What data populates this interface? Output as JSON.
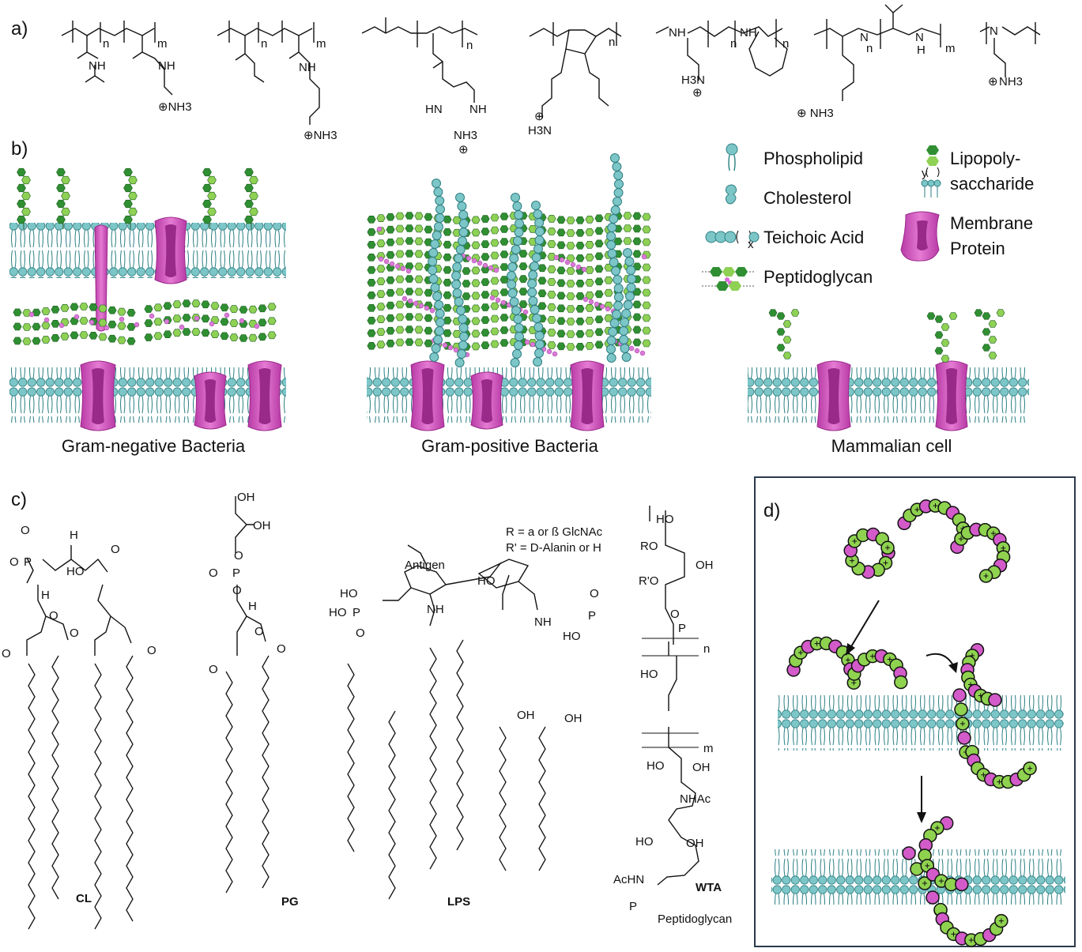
{
  "panels": {
    "a": "a)",
    "b": "b)",
    "c": "c)",
    "d": "d)"
  },
  "panel_a": {
    "polymers": [
      {
        "groups": [
          "NH",
          "NH",
          "⊕NH3"
        ],
        "subscripts": [
          "n",
          "m"
        ]
      },
      {
        "groups": [
          "NH",
          "⊕NH3"
        ],
        "subscripts": [
          "n",
          "m"
        ]
      },
      {
        "groups": [
          "HN",
          "NH",
          "NH3",
          "⊕"
        ],
        "subscripts": [
          "n"
        ]
      },
      {
        "groups": [
          "H3N",
          "⊕"
        ],
        "subscripts": [
          "n"
        ]
      },
      {
        "groups": [
          "NH",
          "NH",
          "H3N",
          "⊕"
        ],
        "subscripts": [
          "n",
          "n"
        ]
      },
      {
        "groups": [
          "N",
          "N",
          "H",
          "⊕ NH3"
        ],
        "subscripts": [
          "n",
          "m"
        ]
      },
      {
        "groups": [
          "N",
          "NH3",
          "⊕"
        ],
        "subscripts": []
      }
    ]
  },
  "panel_b": {
    "membranes": [
      {
        "caption": "Gram-negative Bacteria"
      },
      {
        "caption": "Gram-positive Bacteria"
      },
      {
        "caption": "Mammalian cell"
      }
    ],
    "legend": [
      {
        "label": "Phospholipid",
        "icon": "phospholipid-icon"
      },
      {
        "label": "Cholesterol",
        "icon": "cholesterol-icon"
      },
      {
        "label": "Teichoic Acid",
        "icon": "teichoic-acid-icon",
        "subscript": "x"
      },
      {
        "label": "Peptidoglycan",
        "icon": "peptidoglycan-icon"
      },
      {
        "label_lines": [
          "Lipopoly-",
          "saccharide"
        ],
        "icon": "lipopolysaccharide-icon",
        "subscript": "y"
      },
      {
        "label_lines": [
          "Membrane",
          "Protein"
        ],
        "icon": "membrane-protein-icon"
      }
    ]
  },
  "panel_c": {
    "molecules": [
      {
        "name": "CL",
        "labels": [
          "O",
          "P",
          "O",
          "HO",
          "H",
          "O",
          "H",
          "O",
          "O",
          "O",
          "O"
        ]
      },
      {
        "name": "PG",
        "labels": [
          "OH",
          "OH",
          "O",
          "O",
          "P",
          "O",
          "H",
          "O",
          "O",
          "O"
        ]
      },
      {
        "name": "LPS",
        "labels": [
          "Antigen",
          "HO",
          "HO",
          "P",
          "O",
          "NH",
          "HO",
          "NH",
          "OH",
          "OH",
          "O",
          "P",
          "HO"
        ]
      },
      {
        "name": "WTA",
        "labels": [
          "HO",
          "RO",
          "OH",
          "R'O",
          "O",
          "P",
          "HO",
          "HO",
          "OH",
          "NHAc",
          "HO",
          "OH",
          "AcHN",
          "P",
          "Peptidoglycan"
        ],
        "subscripts": [
          "n",
          "m"
        ]
      }
    ],
    "notes": [
      "R = a or ß GlcNAc",
      "R' = D-Alanin or H"
    ]
  },
  "colors": {
    "membrane_head": "#7cc6c8",
    "membrane_tail": "#2a7f83",
    "protein": "#c94fb6",
    "protein_dark": "#9a2a8a",
    "sugar_dark": "#2f8f32",
    "sugar_light": "#8ed154",
    "peptide": "#d96ad8",
    "peptide_bead": "#d87ad6",
    "polymer_green": "#8fd24f",
    "polymer_magenta": "#d35ac9",
    "frame": "#2b3b4c"
  }
}
